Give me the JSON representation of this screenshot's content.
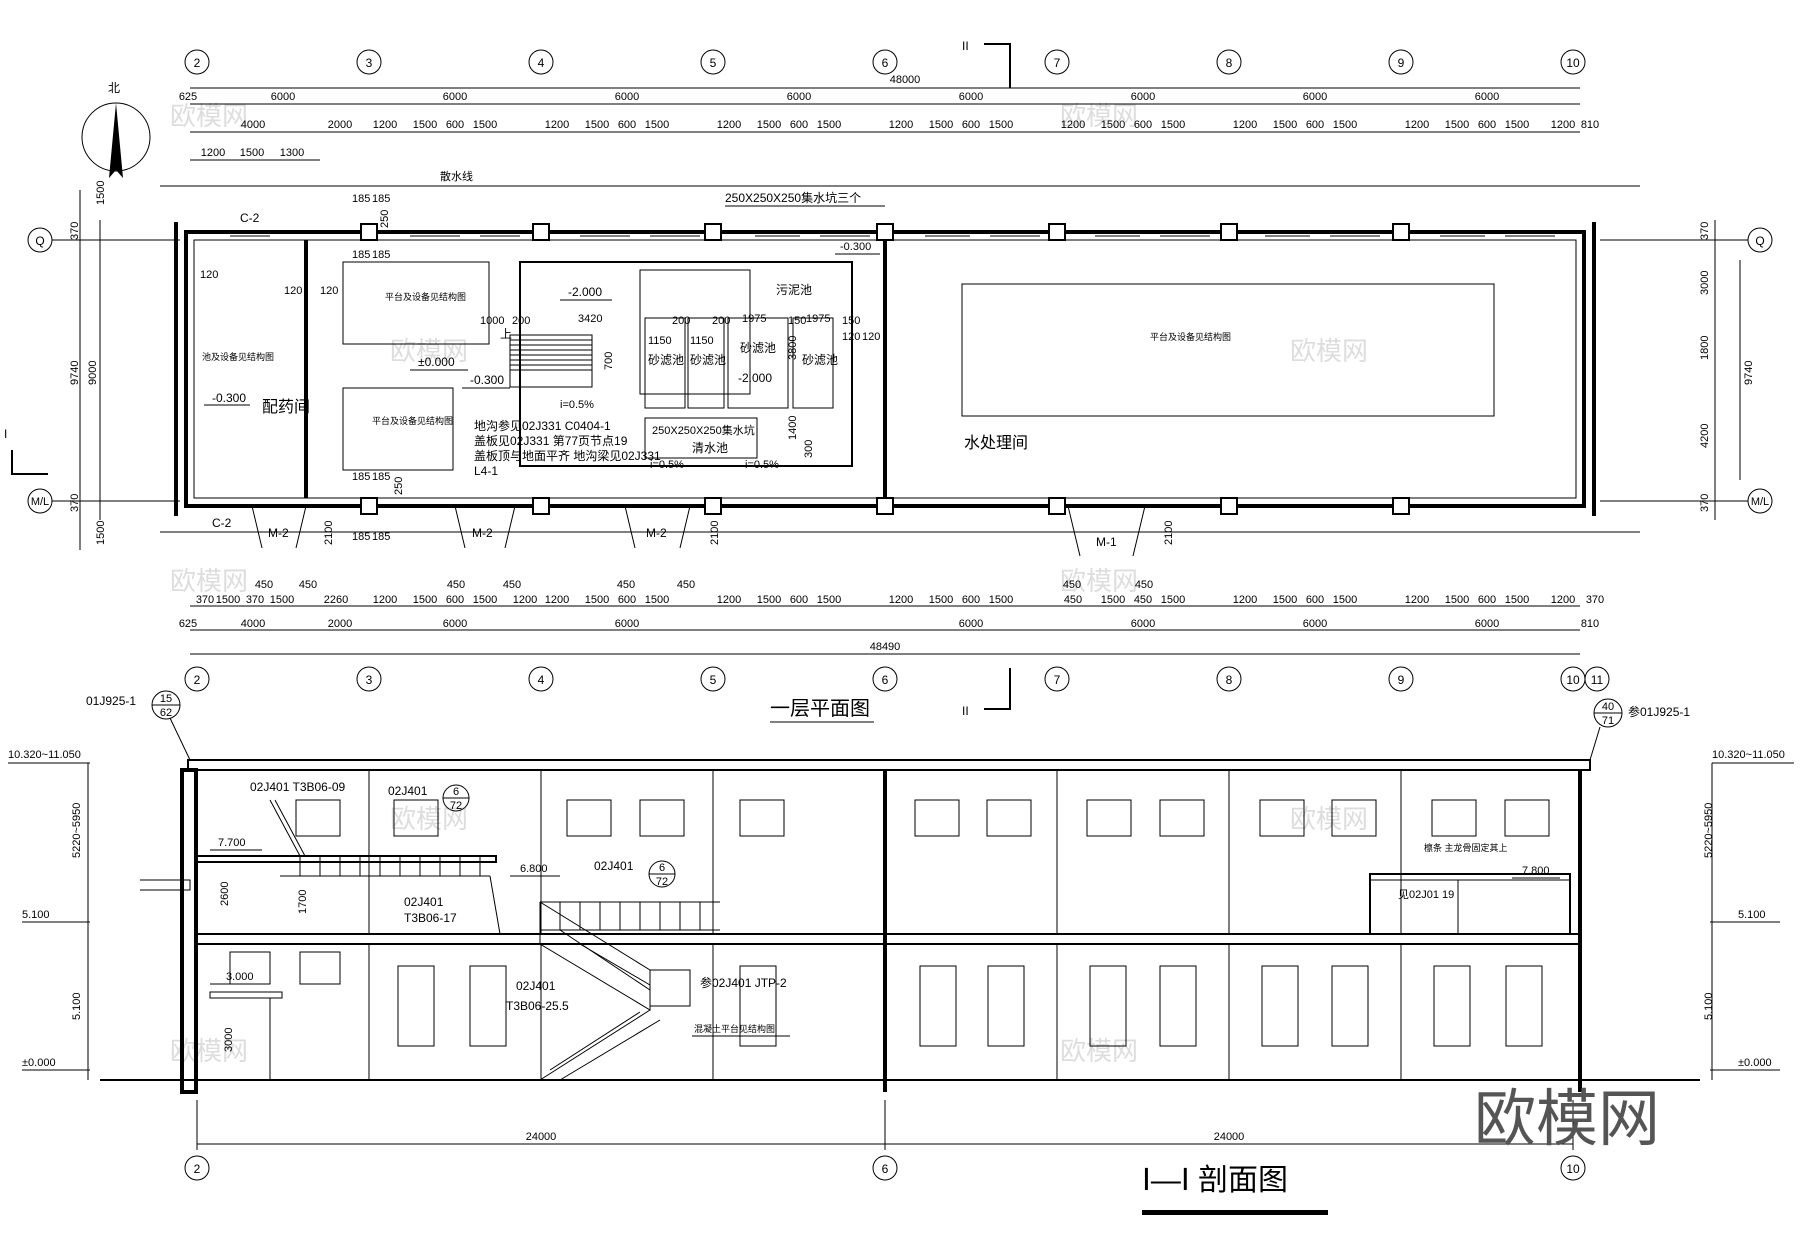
{
  "titles": {
    "plan_title": "一层平面图",
    "section_title": "Ⅰ—Ⅰ 剖面图",
    "section_marker_top": "II",
    "section_marker_bottom": "II",
    "section_marker_left": "I",
    "north": "北"
  },
  "watermark": "欧模网",
  "axes_plan_top": [
    "2",
    "3",
    "4",
    "5",
    "6",
    "7",
    "8",
    "9",
    "10"
  ],
  "axes_plan_bottom": [
    "2",
    "3",
    "4",
    "5",
    "6",
    "7",
    "8",
    "9",
    "10",
    "11"
  ],
  "axes_rows": [
    "Q",
    "M/L"
  ],
  "axes_section": [
    "2",
    "6",
    "10"
  ],
  "dims": {
    "total_top": "48000",
    "total_bottom": "48490",
    "bay": "6000",
    "left_625": "625",
    "right_810": "810",
    "d4000": "4000",
    "d2000": "2000",
    "d1200": "1200",
    "d1500": "1500",
    "d1300": "1300",
    "d600": "600",
    "d370": "370",
    "d450": "450",
    "d2260": "2260",
    "d9740": "9740",
    "d9000": "9000",
    "d3000": "3000",
    "d1800": "1800",
    "d4200": "4200",
    "d2100": "2100",
    "d185": "185",
    "d250": "250",
    "d120": "120",
    "d24000": "24000"
  },
  "plan_labels": {
    "drainage_line": "散水线",
    "sump_note": "250X250X250集水坑三个",
    "sump_single": "250X250X250集水坑",
    "platform_equip": "平台及设备见结构图",
    "pool_equip": "池及设备见结构图",
    "dosing_room": "配药间",
    "water_room": "水处理间",
    "sludge_pool": "污泥池",
    "sand_filter": "砂滤池",
    "clear_pool": "清水池",
    "elev_m2000": "-2.000",
    "elev_m0300": "-0.300",
    "elev_0000": "±0.000",
    "slope_05": "i=0.5%",
    "ref_1": "地沟参见02J331 C0404-1",
    "ref_2": "盖板见02J331 第77页节点19",
    "ref_3": "盖板顶与地面平齐  地沟梁见02J331",
    "ref_4": "L4-1",
    "up": "上",
    "c2": "C-2",
    "m2": "M-2",
    "m1": "M-1",
    "n3420": "3420",
    "n1150": "1150",
    "n1975": "1975",
    "n200": "200",
    "n150": "150",
    "n700": "700",
    "n1000": "1000",
    "n3800": "3800",
    "n1400": "1400",
    "n300": "300"
  },
  "section_labels": {
    "ref_tl": "01J925-1",
    "ref_tl_num": "15",
    "ref_tl_den": "62",
    "ref_tr": "参01J925-1",
    "ref_tr_num": "40",
    "ref_tr_den": "71",
    "elev_top": "10.320~11.050",
    "elev_mid": "5220~5950",
    "elev_5100": "5.100",
    "elev_m5100": "5.100",
    "elev_0": "±0.000",
    "elev_7700": "7.700",
    "elev_6800": "6.800",
    "elev_3000": "3.000",
    "elev_7800": "7.800",
    "h2600": "2600",
    "h1700": "1700",
    "h3000": "3000",
    "ref_rail_a": "02J401  T3B06-09",
    "ref_rail_b": "02J401",
    "ref_rail_b_num": "6",
    "ref_rail_b_den": "72",
    "ref_rail_c": "02J401",
    "ref_rail_c_sub": "T3B06-17",
    "ref_rail_d": "02J401",
    "ref_rail_d_num": "6",
    "ref_rail_d_den": "72",
    "ref_stair": "02J401",
    "ref_stair_sub": "T3B06-25.5",
    "ref_jtp": "参02J401  JTP-2",
    "ref_concrete": "混凝土平台见结构图",
    "ref_purlin": "檩条 主龙骨固定其上",
    "ref_ladder": "见02J01  19"
  }
}
